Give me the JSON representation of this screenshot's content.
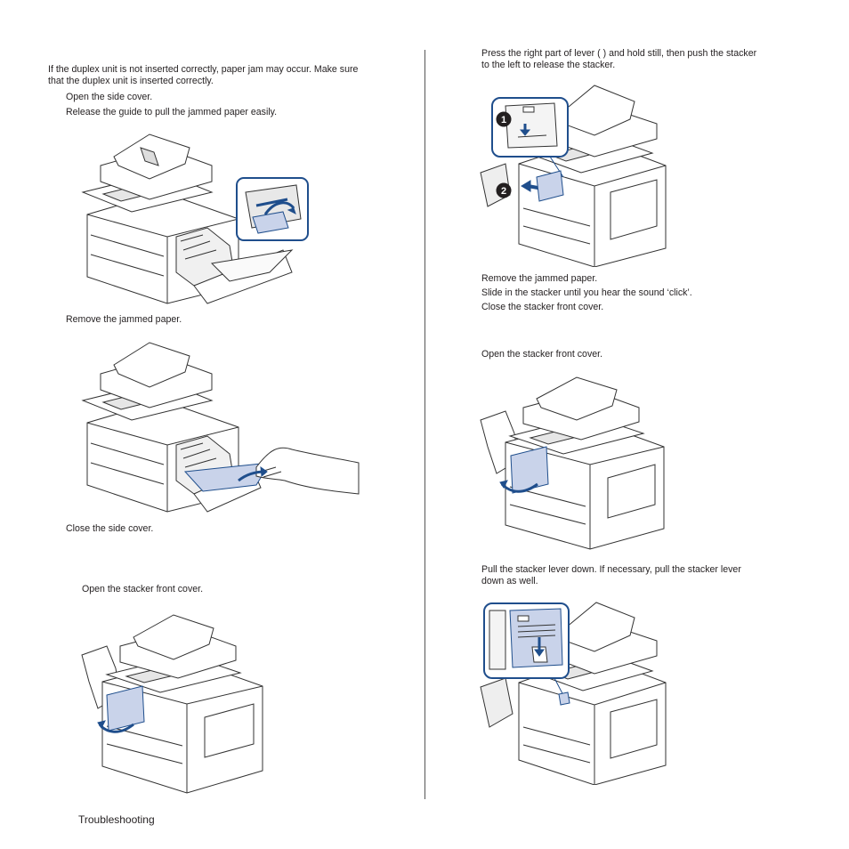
{
  "left": {
    "intro": [
      "If the duplex unit is not inserted correctly, paper jam may occur. Make sure",
      "that the duplex unit is inserted correctly."
    ],
    "step_open_side": "Open the side cover.",
    "step_release_guide": "Release the guide to pull the jammed paper easily.",
    "step_remove_paper": "Remove the jammed paper.",
    "step_close_side": "Close the side cover.",
    "step_open_stacker": "Open the stacker front cover."
  },
  "right": {
    "step_lever": [
      "Press the right part of lever (     ) and hold still, then push the stacker",
      "to the left to release the stacker."
    ],
    "callout_1": "1",
    "callout_2": "2",
    "step_remove_paper": "Remove the jammed paper.",
    "step_slide_stacker": "Slide in the stacker until you hear the sound ‘click’.",
    "step_close_stacker": "Close the stacker front cover.",
    "step_open_stacker": "Open the stacker front cover.",
    "step_pull_lever": [
      "Pull the stacker lever         down. If necessary, pull the stacker lever",
      "down as well."
    ]
  },
  "footer": {
    "section": "Troubleshooting"
  },
  "colors": {
    "accent": "#1f4e8c",
    "highlight": "#c9d3ea",
    "line": "#333333"
  }
}
